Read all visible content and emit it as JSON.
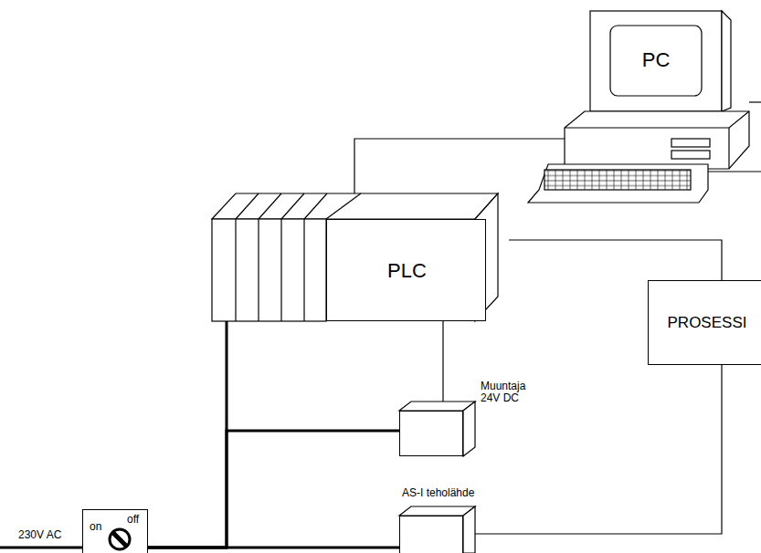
{
  "diagram": {
    "nodes": [
      {
        "text": [
          "PC"
        ]
      },
      {
        "text": [
          "PLC"
        ]
      },
      {
        "text": [
          "PROSESSI"
        ]
      },
      {
        "text": [
          "Muuntaja 24V DC"
        ]
      },
      {
        "text": [
          "AS-I teholähde"
        ]
      },
      {
        "text": [
          "on",
          "off"
        ]
      }
    ],
    "edges": [
      {
        "from": 1,
        "to": 0,
        "arrow": "none"
      },
      {
        "from": 1,
        "to": 2,
        "arrow": "none"
      },
      {
        "from": 1,
        "to": 3,
        "arrow": "none"
      },
      {
        "from": 4,
        "to": 2,
        "arrow": "none"
      },
      {
        "from": 5,
        "to": 1,
        "arrow": "none"
      },
      {
        "from": 5,
        "to": 3,
        "arrow": "none"
      },
      {
        "from": 5,
        "to": 4,
        "arrow": "none"
      }
    ],
    "labels": [
      "230V AC"
    ]
  }
}
